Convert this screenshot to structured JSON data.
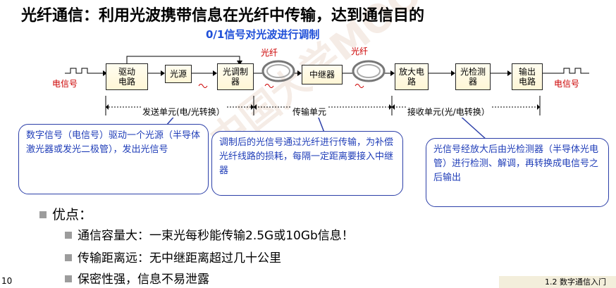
{
  "title": "光纤通信：利用光波携带信息在光纤中传输，达到通信目的",
  "subtitle": "0/1信号对光波进行调制",
  "diagram": {
    "blocks": {
      "driver": "驱动\n电路",
      "light_source": "光源",
      "modulator": "光调制\n器",
      "repeater": "中继器",
      "amplifier": "放大电\n路",
      "detector": "光检测\n器",
      "output": "输出\n电路"
    },
    "signal_in": "电信号",
    "signal_out": "电信号",
    "fiber_label_1": "光纤",
    "fiber_label_2": "光纤",
    "units": {
      "send": "发送单元(电/光转换）",
      "transmit": "传输单元",
      "receive": "接收单元(光/电转换）"
    }
  },
  "bubbles": {
    "left": "数字信号（电信号）驱动一个光源（半导体激光器或发光二极管），发出光信号",
    "middle": "调制后的光信号通过光纤进行传输，为补偿光纤线路的损耗，每隔一定距离要接入中继器",
    "right": "光信号经放大后由光检测器（半导体光电管）进行检测、解调，再转换成电信号之后输出"
  },
  "advantages": {
    "heading": "优点：",
    "items": [
      "通信容量大：一束光每秒能传输2.5G或10Gb信息！",
      "传输距离远：无中继距离超过几十公里",
      "保密性强，信息不易泄露"
    ]
  },
  "page_number": "10",
  "footer_text": "1.2  数字通信入门",
  "colors": {
    "accent_blue": "#1f4fd8",
    "bubble_text": "#1f3db8",
    "signal_red": "#cc0000"
  }
}
